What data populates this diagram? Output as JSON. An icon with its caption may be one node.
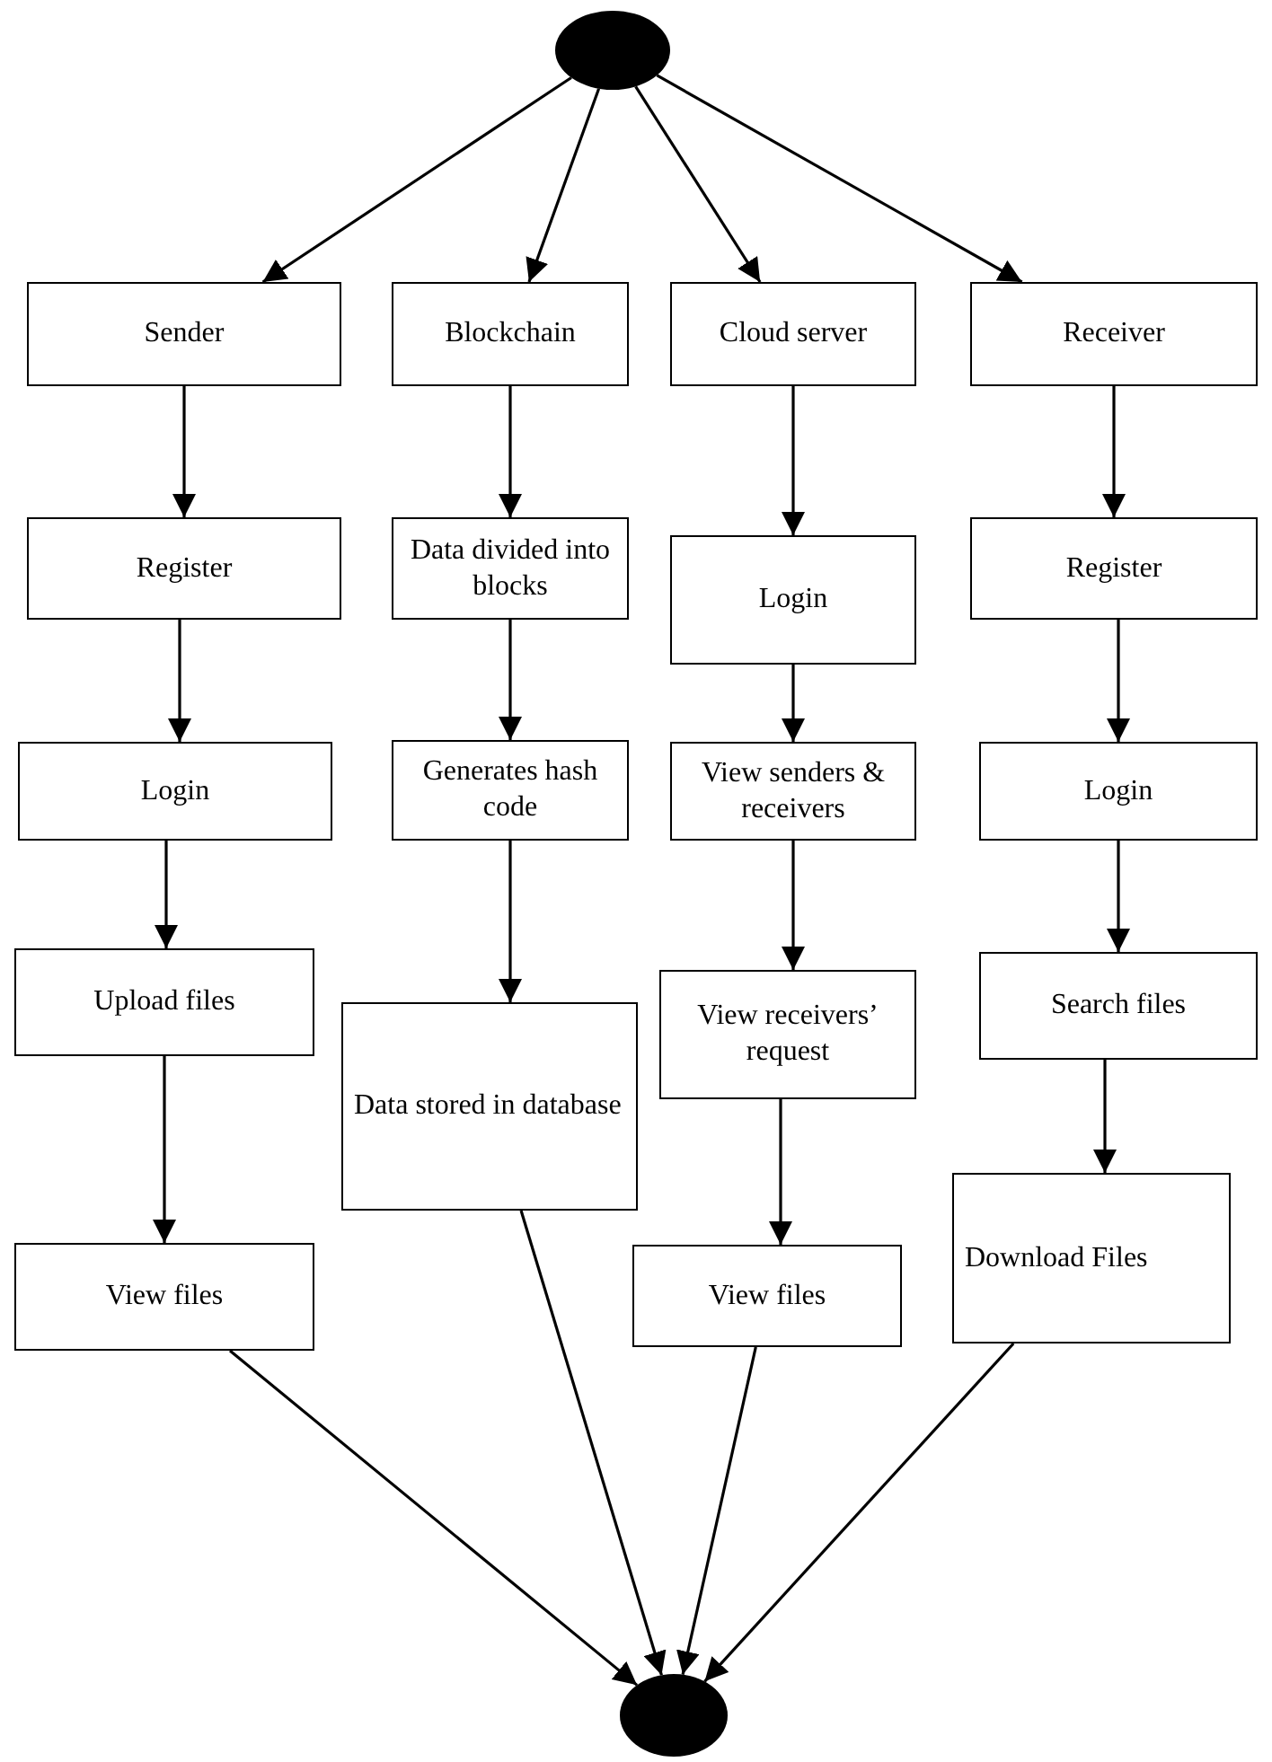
{
  "diagram": {
    "nodes": [
      {
        "text": [],
        "shape": "circle"
      },
      {
        "text": [
          "Sender"
        ]
      },
      {
        "text": [
          "Register"
        ]
      },
      {
        "text": [
          "Login"
        ]
      },
      {
        "text": [
          "Upload files"
        ]
      },
      {
        "text": [
          "View files"
        ]
      },
      {
        "text": [
          "Blockchain"
        ]
      },
      {
        "text": [
          "Data divided into blocks"
        ]
      },
      {
        "text": [
          "Generates hash code"
        ]
      },
      {
        "text": [
          "Data stored in database"
        ]
      },
      {
        "text": [
          "Cloud server"
        ]
      },
      {
        "text": [
          "Login"
        ]
      },
      {
        "text": [
          "View senders & receivers"
        ]
      },
      {
        "text": [
          "View receivers’ request"
        ]
      },
      {
        "text": [
          "View files"
        ]
      },
      {
        "text": [
          "Receiver"
        ]
      },
      {
        "text": [
          "Register"
        ]
      },
      {
        "text": [
          "Login"
        ]
      },
      {
        "text": [
          "Search files"
        ]
      },
      {
        "text": [
          "Download Files"
        ]
      },
      {
        "text": [],
        "shape": "circle"
      }
    ],
    "edges": [
      {
        "from": 0,
        "to": 1,
        "arrow": "to"
      },
      {
        "from": 0,
        "to": 6,
        "arrow": "to"
      },
      {
        "from": 0,
        "to": 10,
        "arrow": "to"
      },
      {
        "from": 0,
        "to": 15,
        "arrow": "to"
      },
      {
        "from": 1,
        "to": 2,
        "arrow": "to"
      },
      {
        "from": 2,
        "to": 3,
        "arrow": "to"
      },
      {
        "from": 3,
        "to": 4,
        "arrow": "to"
      },
      {
        "from": 4,
        "to": 5,
        "arrow": "to"
      },
      {
        "from": 6,
        "to": 7,
        "arrow": "to"
      },
      {
        "from": 7,
        "to": 8,
        "arrow": "to"
      },
      {
        "from": 8,
        "to": 9,
        "arrow": "to"
      },
      {
        "from": 10,
        "to": 11,
        "arrow": "to"
      },
      {
        "from": 11,
        "to": 12,
        "arrow": "to"
      },
      {
        "from": 12,
        "to": 13,
        "arrow": "to"
      },
      {
        "from": 13,
        "to": 14,
        "arrow": "to"
      },
      {
        "from": 15,
        "to": 16,
        "arrow": "to"
      },
      {
        "from": 16,
        "to": 17,
        "arrow": "to"
      },
      {
        "from": 17,
        "to": 18,
        "arrow": "to"
      },
      {
        "from": 18,
        "to": 19,
        "arrow": "to"
      },
      {
        "from": 5,
        "to": 20,
        "arrow": "to"
      },
      {
        "from": 9,
        "to": 20,
        "arrow": "to"
      },
      {
        "from": 14,
        "to": 20,
        "arrow": "to"
      },
      {
        "from": 19,
        "to": 20,
        "arrow": "to"
      }
    ]
  }
}
